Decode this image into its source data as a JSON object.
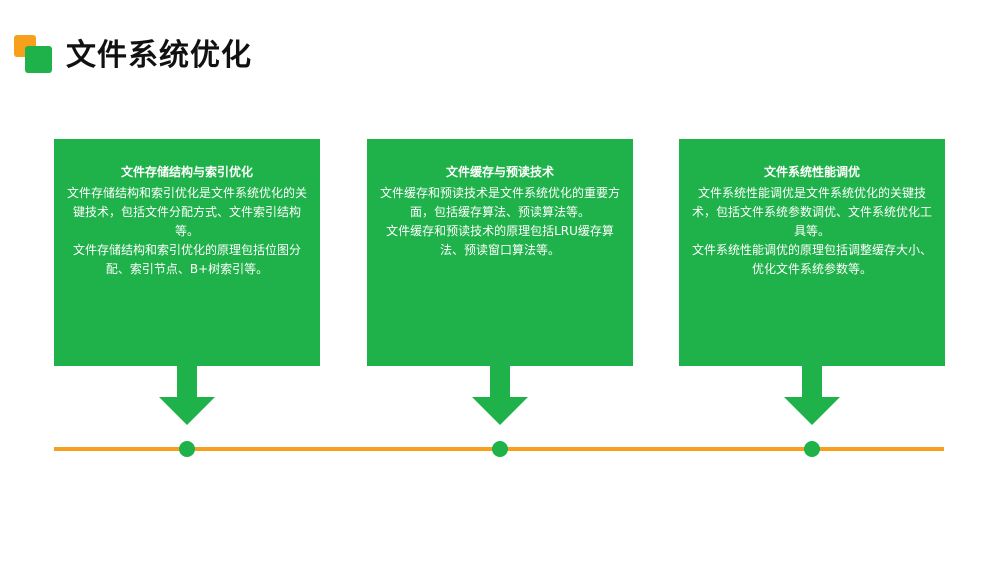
{
  "page": {
    "title": "文件系统优化"
  },
  "colors": {
    "accent_green": "#1fb14a",
    "accent_orange": "#f7a01c"
  },
  "cards": [
    {
      "title": "文件存储结构与索引优化",
      "paragraphs": [
        "文件存储结构和索引优化是文件系统优化的关键技术，包括文件分配方式、文件索引结构等。",
        "文件存储结构和索引优化的原理包括位图分配、索引节点、B+树索引等。"
      ]
    },
    {
      "title": "文件缓存与预读技术",
      "paragraphs": [
        "文件缓存和预读技术是文件系统优化的重要方面，包括缓存算法、预读算法等。",
        "文件缓存和预读技术的原理包括LRU缓存算法、预读窗口算法等。"
      ]
    },
    {
      "title": "文件系统性能调优",
      "paragraphs": [
        "文件系统性能调优是文件系统优化的关键技术，包括文件系统参数调优、文件系统优化工具等。",
        "文件系统性能调优的原理包括调整缓存大小、优化文件系统参数等。"
      ]
    }
  ]
}
